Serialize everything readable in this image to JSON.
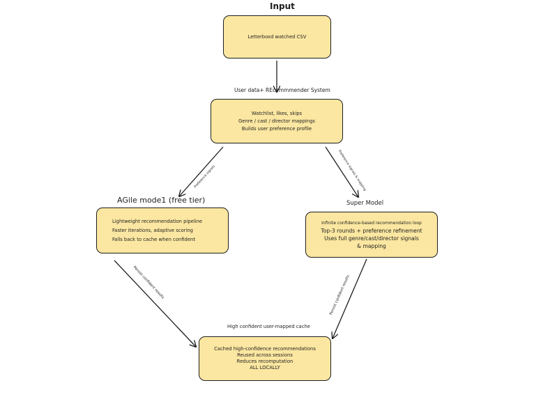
{
  "input": {
    "title": "Input",
    "lines": [
      "Letterboxd watched CSV"
    ]
  },
  "recommender": {
    "title": "User data+ REcommmender System",
    "lines": [
      "Watchlist, likes, skips",
      "Genre / cast / director mappings",
      "Builds user preference profile"
    ]
  },
  "agile": {
    "title": "AGile mode1 (free tier)",
    "lines": [
      "Lightweight recommendation pipeline",
      "Faster iterations, adaptive scoring",
      "Falls back to cache when confident"
    ]
  },
  "super": {
    "title": "Super Model",
    "lines": [
      "Infinite confidence-based recommendation loop",
      "Top-3 rounds + preference refinement",
      "Uses full genre/cast/director signals",
      "& mapping"
    ]
  },
  "cache": {
    "title": "High confident user-mapped cache",
    "lines": [
      "Cached high-confidence recommendations",
      "Reused across sessions",
      "Reduces recomputation",
      "ALL LOCALLY"
    ]
  },
  "edges": {
    "to_agile": "Preference signals",
    "to_super": "Preference signals & mapping",
    "agile_to_cache": "Persist confident results",
    "super_to_cache": "Persist confident results"
  },
  "colors": {
    "box_fill": "#fbe7a1",
    "stroke": "#1e1e1e"
  }
}
